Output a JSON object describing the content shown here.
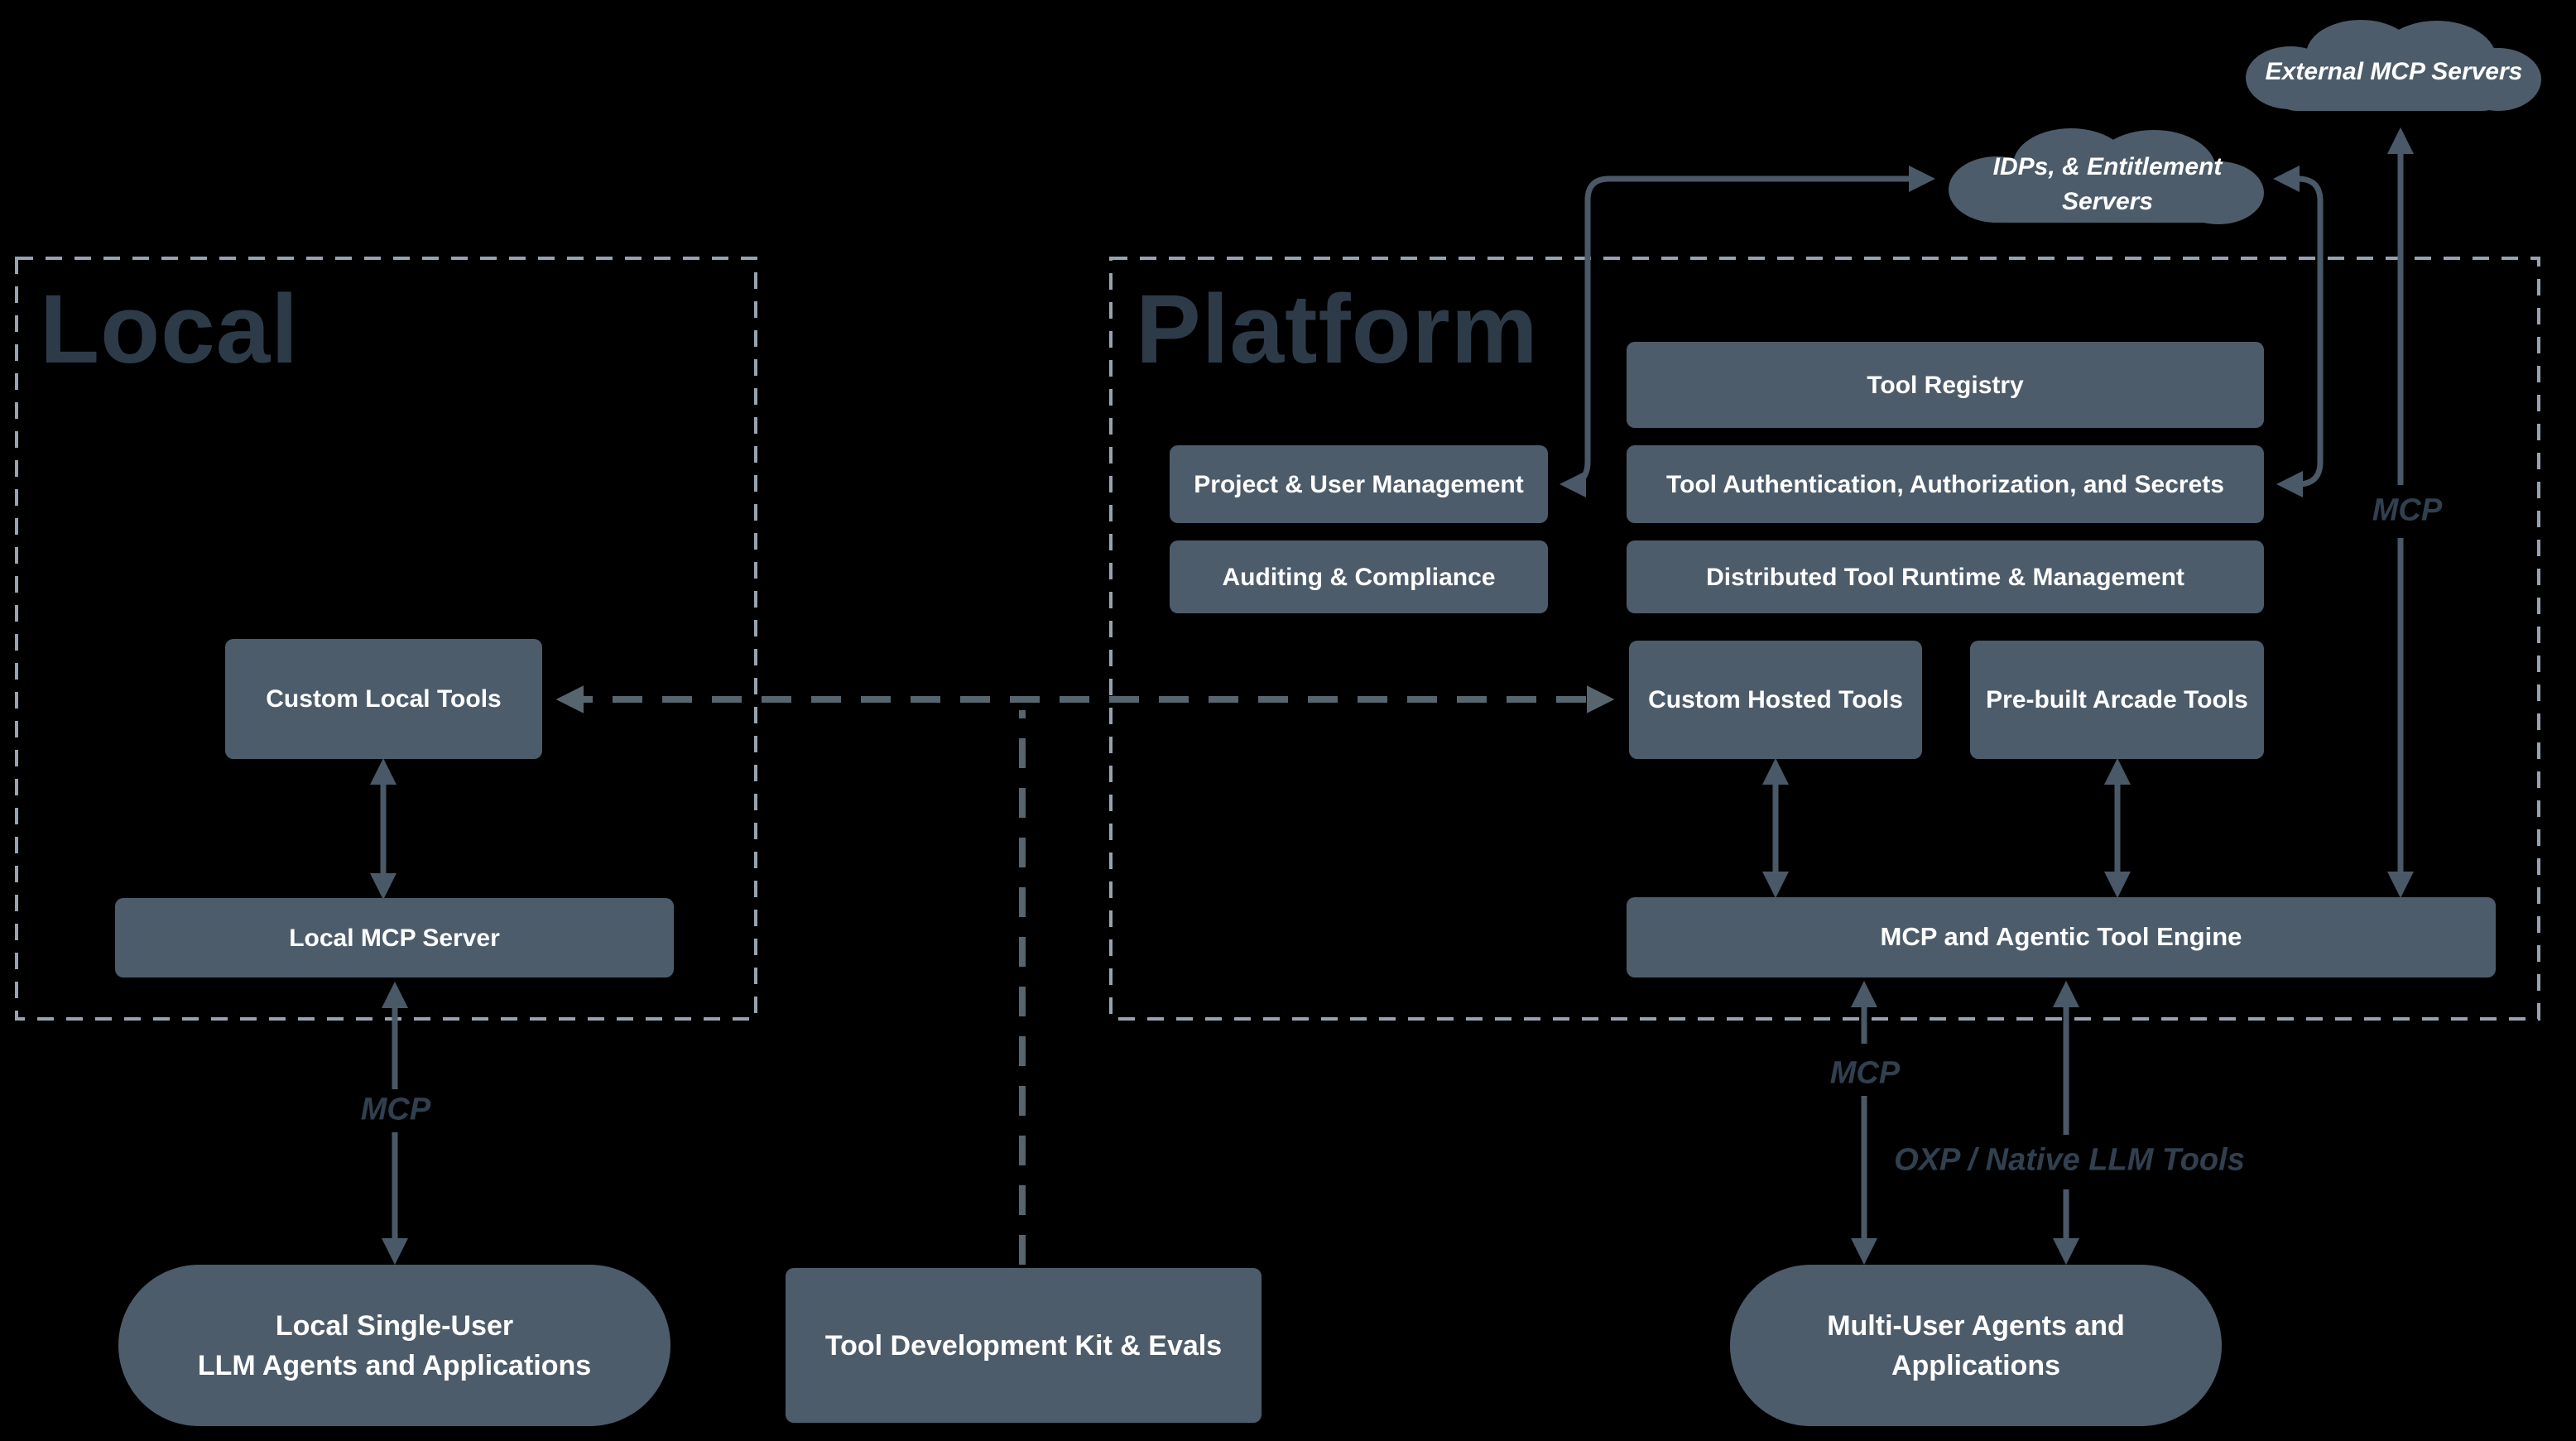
{
  "regions": {
    "local": {
      "title": "Local"
    },
    "platform": {
      "title": "Platform"
    }
  },
  "clouds": {
    "external": {
      "label": "External MCP Servers"
    },
    "idps": {
      "line1": "IDPs, & Entitlement",
      "line2": "Servers"
    }
  },
  "boxes": {
    "tool_registry": "Tool Registry",
    "project_user": "Project & User Management",
    "tool_auth": "Tool Authentication, Authorization, and Secrets",
    "auditing": "Auditing & Compliance",
    "runtime": "Distributed Tool Runtime & Management",
    "custom_hosted": "Custom Hosted Tools",
    "prebuilt": "Pre-built Arcade Tools",
    "engine": "MCP and Agentic Tool Engine",
    "custom_local": "Custom Local Tools",
    "local_mcp": "Local MCP Server"
  },
  "terminals": {
    "single_user": {
      "line1": "Local Single-User",
      "line2": "LLM Agents and Applications"
    },
    "tdk": {
      "label": "Tool Development Kit & Evals"
    },
    "multi_user": {
      "line1": "Multi-User Agents and",
      "line2": "Applications"
    }
  },
  "edge_labels": {
    "mcp_local": "MCP",
    "mcp_multi": "MCP",
    "oxp": "OXP / Native LLM Tools",
    "mcp_external": "MCP"
  },
  "colors": {
    "background": "#000000",
    "node_fill": "#4d5c6a",
    "node_text": "#ffffff",
    "arrow": "#4a5967",
    "dashed_connector": "#57656f",
    "region_border": "#97a3b0",
    "title_text": "#2d3b49",
    "label_text": "#31404f"
  }
}
